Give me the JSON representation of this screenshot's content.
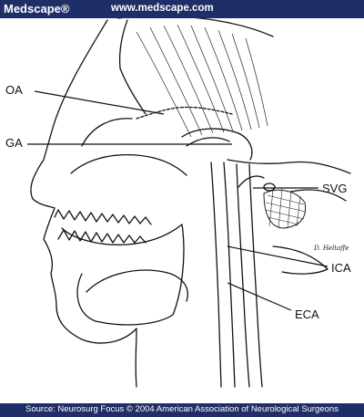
{
  "header": {
    "brand": "Medscape®",
    "url": "www.medscape.com",
    "background": "#1f2e66"
  },
  "figure": {
    "labels": {
      "oa": "OA",
      "ga": "GA",
      "svg": "SVG",
      "ica": "ICA",
      "eca": "ECA"
    },
    "signature": "D. Heltaffe"
  },
  "footer": {
    "source": "Source: Neurosurg Focus © 2004 American Association of Neurological Surgeons"
  }
}
